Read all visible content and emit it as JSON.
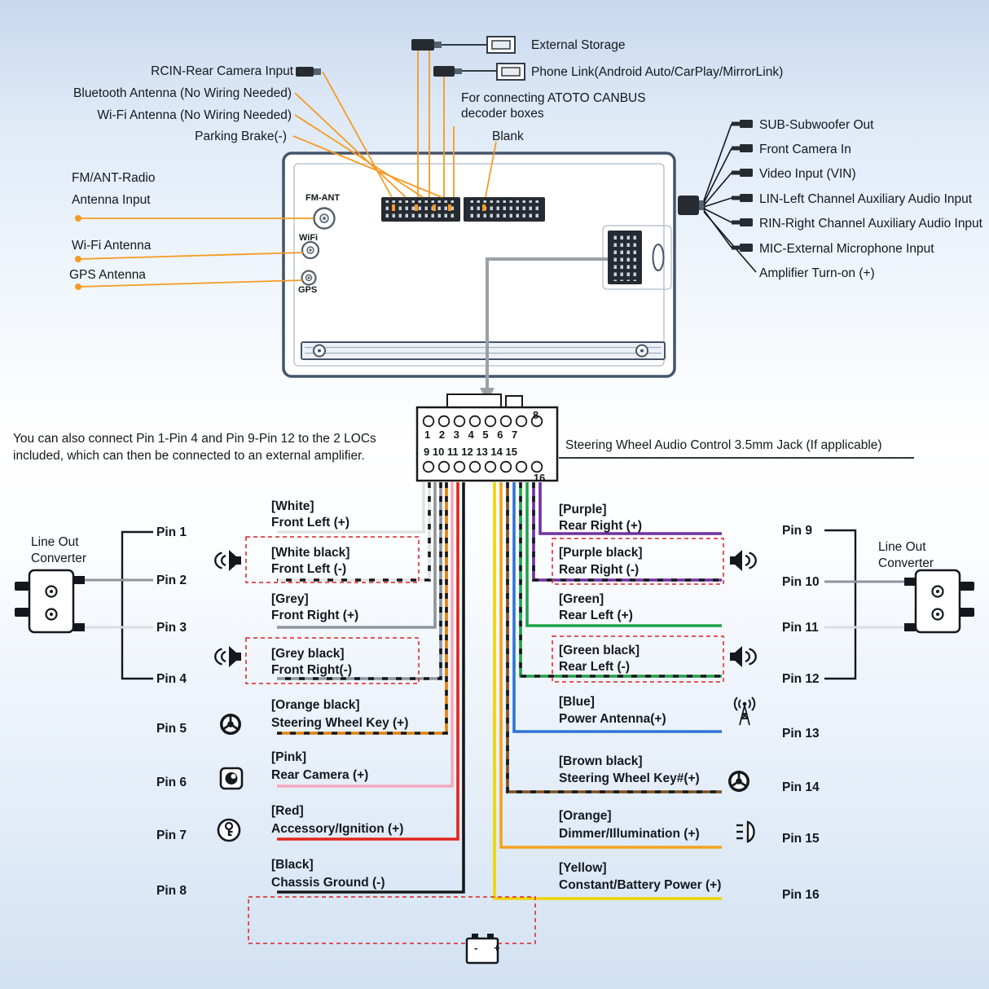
{
  "colors": {
    "accent_orange": "#f59a23",
    "dashed_red": "#e02020"
  },
  "wire_colors": {
    "white": "#e2e2e2",
    "white_black": "#e2e2e2",
    "grey": "#8f959c",
    "grey_black": "#8f959c",
    "orange_black": "#e0820a",
    "pink": "#f4a8bc",
    "red": "#e3241b",
    "black": "#17181a",
    "purple": "#7030a0",
    "purple_black": "#7030a0",
    "green": "#21a149",
    "green_black": "#21a149",
    "blue": "#2e74d6",
    "brown_black": "#7d4f1f",
    "orange": "#f5a11e",
    "yellow": "#efd500"
  },
  "top_labels": {
    "external_storage": "External Storage",
    "phone_link": "Phone Link(Android Auto/CarPlay/MirrorLink)",
    "canbus_line1": "For connecting ATOTO CANBUS",
    "canbus_line2": "decoder boxes",
    "blank": "Blank",
    "rcin": "RCIN-Rear Camera Input",
    "bluetooth_antenna": "Bluetooth Antenna (No Wiring Needed)",
    "wifi_antenna_nw": "Wi-Fi Antenna (No Wiring Needed)",
    "parking_brake": "Parking Brake(-)",
    "fm_line1": "FM/ANT-Radio",
    "fm_line2": "Antenna Input",
    "wifi_antenna": "Wi-Fi Antenna",
    "gps_antenna": "GPS Antenna"
  },
  "unit_ports": {
    "fm": "FM-ANT",
    "wifi": "WiFi",
    "gps": "GPS"
  },
  "right_labels": {
    "sub": "SUB-Subwoofer Out",
    "front_camera": "Front Camera In",
    "video_input": "Video Input (VIN)",
    "lin": "LIN-Left Channel Auxiliary Audio Input",
    "rin": "RIN-Right Channel Auxiliary Audio Input",
    "mic": "MIC-External Microphone Input",
    "amp": "Amplifier Turn-on (+)"
  },
  "middle": {
    "loc_note_line1": "You can also connect Pin 1-Pin 4 and Pin 9-Pin 12 to the 2 LOCs",
    "loc_note_line2": "included, which can then be connected to an external amplifier.",
    "swc_jack": "Steering Wheel Audio Control 3.5mm Jack (If applicable)",
    "pin8": "8",
    "row1_numbers": "1 2 3 4 5 6 7",
    "row2_numbers": "9 10 11 12 13 14 15",
    "pin16": "16"
  },
  "harness": {
    "left_converter_line1": "Line Out",
    "left_converter_line2": "Converter",
    "right_converter_line1": "Line Out",
    "right_converter_line2": "Converter",
    "battery_terminals": "- +",
    "left_pins": [
      {
        "pin": "Pin 1",
        "color": "[White]",
        "func": "Front Left (+)"
      },
      {
        "pin": "Pin 2",
        "color": "[White black]",
        "func": "Front Left (-)"
      },
      {
        "pin": "Pin 3",
        "color": "[Grey]",
        "func": "Front Right (+)"
      },
      {
        "pin": "Pin 4",
        "color": "[Grey black]",
        "func": "Front Right(-)"
      },
      {
        "pin": "Pin 5",
        "color": "[Orange black]",
        "func": "Steering Wheel Key (+)"
      },
      {
        "pin": "Pin 6",
        "color": "[Pink]",
        "func": "Rear Camera (+)"
      },
      {
        "pin": "Pin 7",
        "color": "[Red]",
        "func": "Accessory/Ignition (+)"
      },
      {
        "pin": "Pin 8",
        "color": "[Black]",
        "func": "Chassis Ground (-)"
      }
    ],
    "right_pins": [
      {
        "pin": "Pin 9",
        "color": "[Purple]",
        "func": "Rear Right (+)"
      },
      {
        "pin": "Pin 10",
        "color": "[Purple black]",
        "func": "Rear Right (-)"
      },
      {
        "pin": "Pin 11",
        "color": "[Green]",
        "func": "Rear Left (+)"
      },
      {
        "pin": "Pin 12",
        "color": "[Green black]",
        "func": "Rear Left (-)"
      },
      {
        "pin": "Pin 13",
        "color": "[Blue]",
        "func": "Power Antenna(+)"
      },
      {
        "pin": "Pin 14",
        "color": "[Brown black]",
        "func": "Steering Wheel Key#(+)"
      },
      {
        "pin": "Pin 15",
        "color": "[Orange]",
        "func": "Dimmer/Illumination (+)"
      },
      {
        "pin": "Pin 16",
        "color": "[Yellow]",
        "func": "Constant/Battery Power (+)"
      }
    ]
  }
}
